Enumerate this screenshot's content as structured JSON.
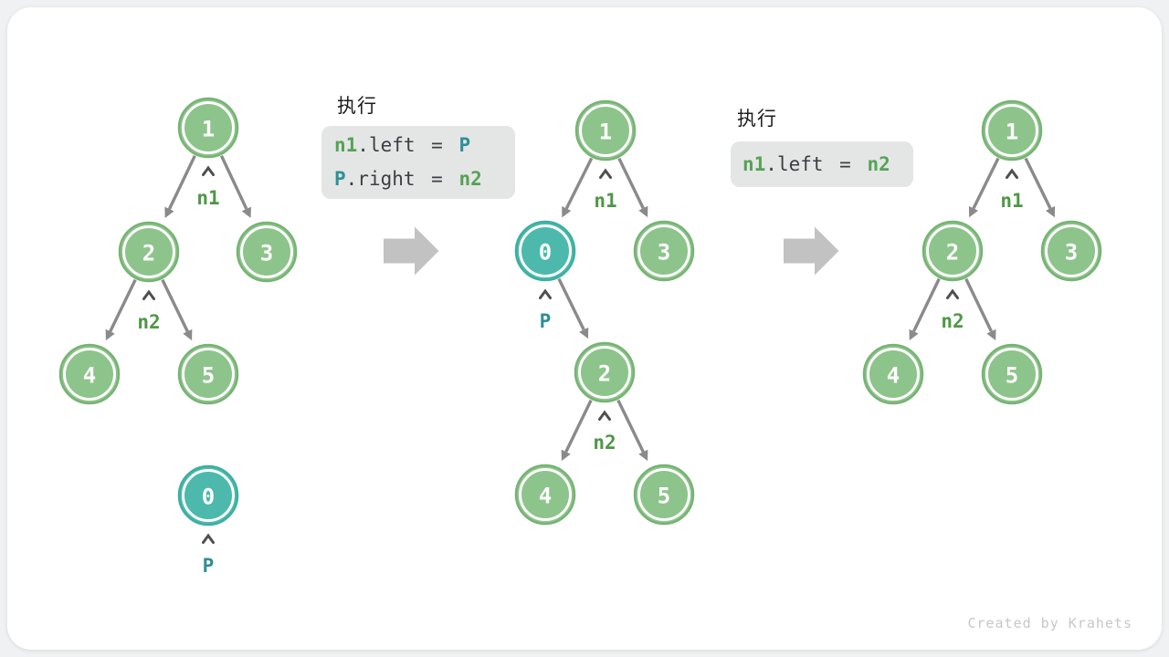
{
  "footer": {
    "credit": "Created by Krahets"
  },
  "colors": {
    "node_green_fill": "#8dc48b",
    "node_green_border": "#77b374",
    "node_teal_fill": "#4cb9ac",
    "node_teal_border": "#3cafa1",
    "edge_gray": "#8a8a8a",
    "caret_gray": "#4f4f4f",
    "pointer_green": "#4f9747",
    "pointer_teal": "#2f8f95",
    "code_green": "#55a355",
    "code_teal": "#2f8f98",
    "code_text": "#3a3f42",
    "code_bg": "#e4e5e5",
    "block_arrow": "#c2c2c2"
  },
  "panels": [
    {
      "exec_label": "执行",
      "lines": [
        {
          "tokens": [
            {
              "text": "n1"
            },
            {
              "text": ".left = "
            },
            {
              "text": "P"
            }
          ]
        },
        {
          "tokens": [
            {
              "text": "P"
            },
            {
              "text": ".right = "
            },
            {
              "text": "n2"
            }
          ]
        }
      ]
    },
    {
      "exec_label": "执行",
      "lines": [
        {
          "tokens": [
            {
              "text": "n1"
            },
            {
              "text": ".left = "
            },
            {
              "text": "n2"
            }
          ]
        }
      ]
    }
  ],
  "trees": [
    {
      "name": "tree-before",
      "nodes": [
        {
          "id": "1",
          "value": "1",
          "kind": "green"
        },
        {
          "id": "2",
          "value": "2",
          "kind": "green"
        },
        {
          "id": "3",
          "value": "3",
          "kind": "green"
        },
        {
          "id": "4",
          "value": "4",
          "kind": "green"
        },
        {
          "id": "5",
          "value": "5",
          "kind": "green"
        },
        {
          "id": "0",
          "value": "0",
          "kind": "teal"
        }
      ],
      "edges": [
        [
          "1",
          "2"
        ],
        [
          "1",
          "3"
        ],
        [
          "2",
          "4"
        ],
        [
          "2",
          "5"
        ]
      ],
      "pointers": [
        {
          "label": "n1",
          "target": "1",
          "kind": "green"
        },
        {
          "label": "n2",
          "target": "2",
          "kind": "green"
        },
        {
          "label": "P",
          "target": "0",
          "kind": "teal"
        }
      ]
    },
    {
      "name": "tree-inserted",
      "nodes": [
        {
          "id": "1",
          "value": "1",
          "kind": "green"
        },
        {
          "id": "0",
          "value": "0",
          "kind": "teal"
        },
        {
          "id": "3",
          "value": "3",
          "kind": "green"
        },
        {
          "id": "2",
          "value": "2",
          "kind": "green"
        },
        {
          "id": "4",
          "value": "4",
          "kind": "green"
        },
        {
          "id": "5",
          "value": "5",
          "kind": "green"
        }
      ],
      "edges": [
        [
          "1",
          "0"
        ],
        [
          "1",
          "3"
        ],
        [
          "0",
          "2"
        ],
        [
          "2",
          "4"
        ],
        [
          "2",
          "5"
        ]
      ],
      "pointers": [
        {
          "label": "n1",
          "target": "1",
          "kind": "green"
        },
        {
          "label": "P",
          "target": "0",
          "kind": "teal"
        },
        {
          "label": "n2",
          "target": "2",
          "kind": "green"
        }
      ]
    },
    {
      "name": "tree-after",
      "nodes": [
        {
          "id": "1",
          "value": "1",
          "kind": "green"
        },
        {
          "id": "2",
          "value": "2",
          "kind": "green"
        },
        {
          "id": "3",
          "value": "3",
          "kind": "green"
        },
        {
          "id": "4",
          "value": "4",
          "kind": "green"
        },
        {
          "id": "5",
          "value": "5",
          "kind": "green"
        }
      ],
      "edges": [
        [
          "1",
          "2"
        ],
        [
          "1",
          "3"
        ],
        [
          "2",
          "4"
        ],
        [
          "2",
          "5"
        ]
      ],
      "pointers": [
        {
          "label": "n1",
          "target": "1",
          "kind": "green"
        },
        {
          "label": "n2",
          "target": "2",
          "kind": "green"
        }
      ]
    }
  ]
}
